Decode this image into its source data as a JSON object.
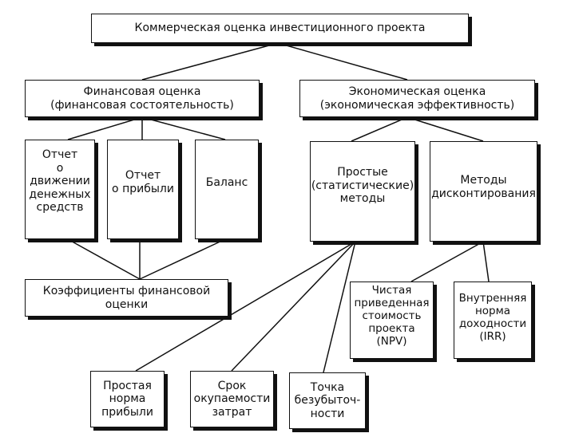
{
  "root": {
    "label": "Коммерческая оценка инвестиционного проекта"
  },
  "financial": {
    "line1": "Финансовая оценка",
    "line2": "(финансовая состоятельность)",
    "cashflow": [
      "Отчет",
      "о",
      "движении",
      "денежных",
      "средств"
    ],
    "profit": [
      "Отчет",
      "о прибыли"
    ],
    "balance": "Баланс",
    "ratios": [
      "Коэффициенты финансовой",
      "оценки"
    ]
  },
  "economic": {
    "line1": "Экономическая оценка",
    "line2": "(экономическая эффективность)",
    "simple": [
      "Простые",
      "(статистические)",
      "методы"
    ],
    "discount": [
      "Методы",
      "дисконтирования"
    ],
    "npv": [
      "Чистая",
      "приведенная",
      "стоимость",
      "проекта",
      "(NPV)"
    ],
    "irr": [
      "Внутренняя",
      "норма",
      "доходности",
      "(IRR)"
    ],
    "rate": [
      "Простая",
      "норма",
      "прибыли"
    ],
    "payback": [
      "Срок",
      "окупаемости",
      "затрат"
    ],
    "breakeven": [
      "Точка",
      "безубыточ-",
      "ности"
    ]
  }
}
